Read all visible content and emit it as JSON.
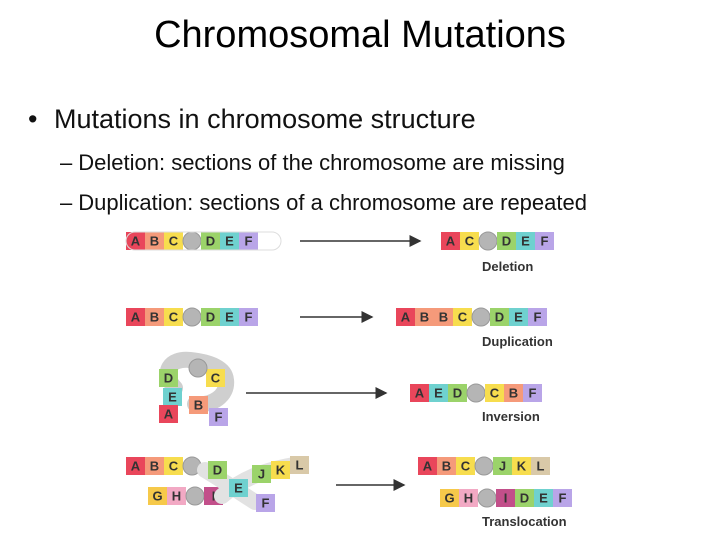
{
  "slide": {
    "title": "Chromosomal Mutations",
    "bullet": "Mutations in chromosome structure",
    "subbullets": [
      {
        "dash": "–",
        "term": "Deletion",
        "text": ": sections of the chromosome are missing"
      },
      {
        "dash": "–",
        "term": "Duplication",
        "text": ": sections of a chromosome are repeated"
      }
    ]
  },
  "diagram": {
    "captions": [
      "Deletion",
      "Duplication",
      "Inversion",
      "Translocation"
    ],
    "rows": {
      "deletion_before": [
        "A",
        "B",
        "C",
        "D",
        "E",
        "F"
      ],
      "deletion_after": [
        "A",
        "C",
        "D",
        "E",
        "F"
      ],
      "duplication_before": [
        "A",
        "B",
        "C",
        "D",
        "E",
        "F"
      ],
      "duplication_after": [
        "A",
        "B",
        "B",
        "C",
        "D",
        "E",
        "F"
      ],
      "inversion_loop": [
        "D",
        "C",
        "E",
        "B",
        "A",
        "F"
      ],
      "inversion_after": [
        "A",
        "E",
        "D",
        "C",
        "B",
        "F"
      ],
      "translocation_top_before": [
        "A",
        "B",
        "C"
      ],
      "translocation_bottom_before": [
        "G",
        "H",
        "I"
      ],
      "translocation_cross": [
        "D",
        "J",
        "K",
        "L",
        "E",
        "F"
      ],
      "translocation_top_after": [
        "A",
        "B",
        "C",
        "J",
        "K",
        "L"
      ],
      "translocation_bottom_after": [
        "G",
        "H",
        "I",
        "D",
        "E",
        "F"
      ]
    },
    "colors": {
      "A": "#e9465b",
      "B": "#f59a7a",
      "C": "#f7dd4e",
      "D": "#9bd36a",
      "E": "#6fd1cf",
      "F": "#b9a5e8",
      "centromere": "#b5b5b5",
      "G": "#f6c94a",
      "H": "#f2a9c4",
      "I": "#c24f8a",
      "J": "#9bd36a",
      "K": "#f7dd4e",
      "L": "#d9c9a8"
    }
  }
}
